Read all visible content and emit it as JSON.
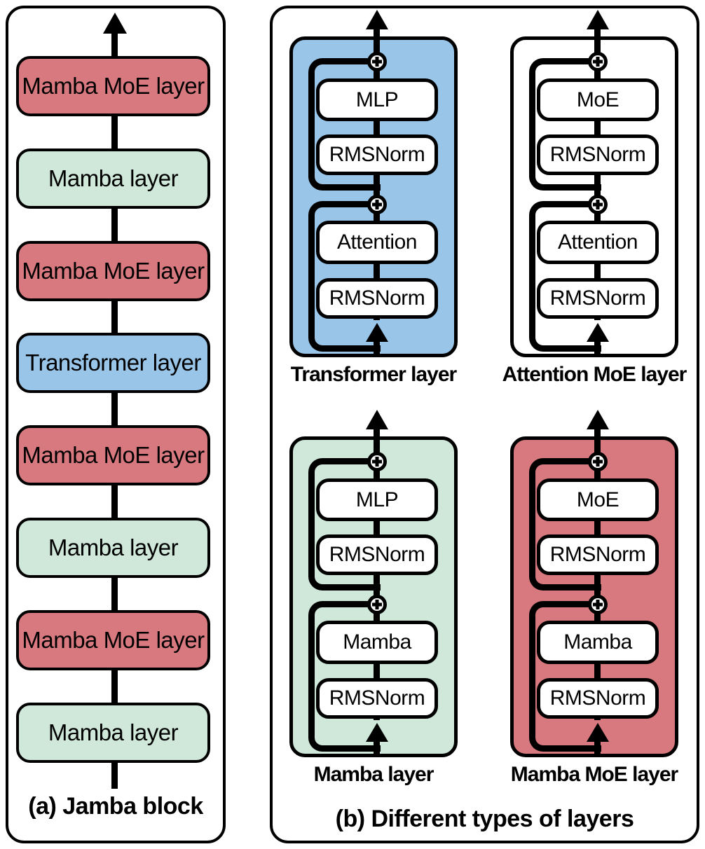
{
  "panel_a": {
    "caption": "(a) Jamba block",
    "layers": [
      {
        "label": "Mamba MoE layer",
        "type": "mamba-moe"
      },
      {
        "label": "Mamba layer",
        "type": "mamba"
      },
      {
        "label": "Mamba MoE layer",
        "type": "mamba-moe"
      },
      {
        "label": "Transformer layer",
        "type": "transformer"
      },
      {
        "label": "Mamba MoE layer",
        "type": "mamba-moe"
      },
      {
        "label": "Mamba layer",
        "type": "mamba"
      },
      {
        "label": "Mamba MoE layer",
        "type": "mamba-moe"
      },
      {
        "label": "Mamba layer",
        "type": "mamba"
      }
    ]
  },
  "panel_b": {
    "caption": "(b) Different types of layers",
    "cards": [
      {
        "caption": "Transformer layer",
        "type": "transformer",
        "boxes": [
          "MLP",
          "RMSNorm",
          "Attention",
          "RMSNorm"
        ]
      },
      {
        "caption": "Attention MoE layer",
        "type": "attention-moe",
        "boxes": [
          "MoE",
          "RMSNorm",
          "Attention",
          "RMSNorm"
        ]
      },
      {
        "caption": "Mamba layer",
        "type": "mamba",
        "boxes": [
          "MLP",
          "RMSNorm",
          "Mamba",
          "RMSNorm"
        ]
      },
      {
        "caption": "Mamba MoE layer",
        "type": "mamba-moe",
        "boxes": [
          "MoE",
          "RMSNorm",
          "Mamba",
          "RMSNorm"
        ]
      }
    ]
  },
  "colors": {
    "red": "#d8797f",
    "green": "#cfe8da",
    "blue": "#99c5e8",
    "outline": "#000000",
    "bg": "#ffffff"
  }
}
